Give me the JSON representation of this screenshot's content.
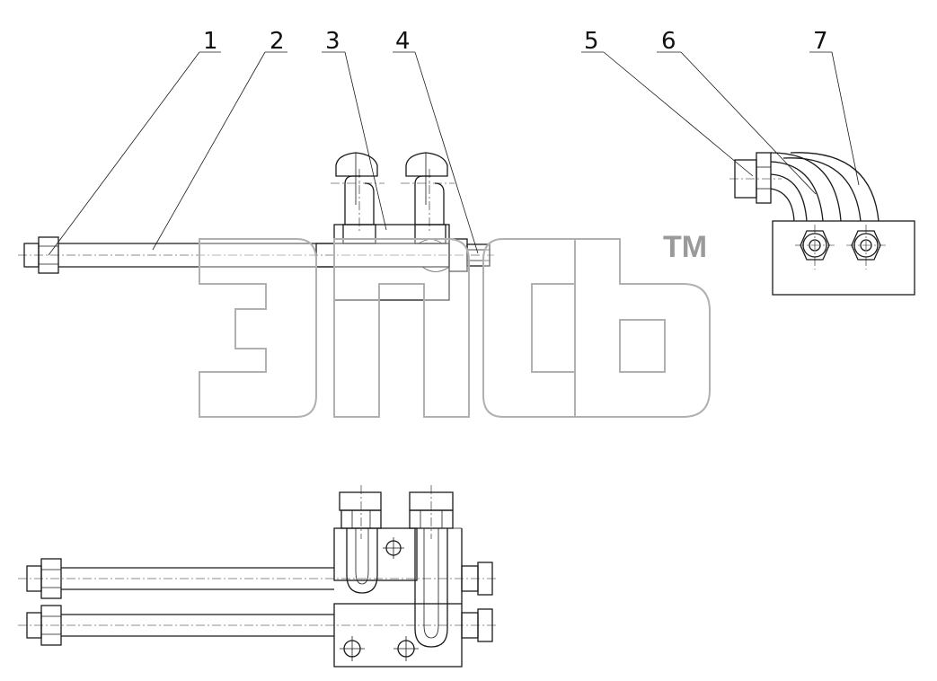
{
  "callouts": [
    "1",
    "2",
    "3",
    "4",
    "5",
    "6",
    "7"
  ],
  "watermark": {
    "trademark": "TM"
  }
}
